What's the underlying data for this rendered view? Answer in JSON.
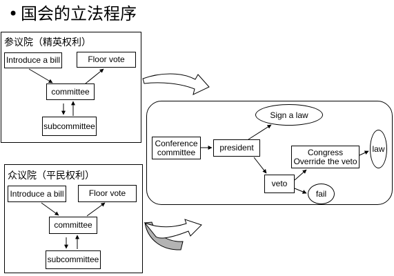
{
  "slide": {
    "bullet": "•",
    "title": "国会的立法程序"
  },
  "senate": {
    "title": "参议院（精英权利）",
    "introduce": "Introduce a bill",
    "floor_vote": "Floor vote",
    "committee": "committee",
    "subcommittee": "subcommittee"
  },
  "house": {
    "title": "众议院（平民权利）",
    "introduce": "Introduce a bill",
    "floor_vote": "Floor vote",
    "committee": "committee",
    "subcommittee": "subcommittee"
  },
  "flow": {
    "conference_line1": "Conference",
    "conference_line2": "committee",
    "president": "president",
    "sign": "Sign a law",
    "veto": "veto",
    "override_line1": "Congress",
    "override_line2": "Override the veto",
    "law": "law",
    "fail": "fail"
  },
  "colors": {
    "merge_arrow_fill": "#b3b3b3",
    "line": "#000000"
  }
}
